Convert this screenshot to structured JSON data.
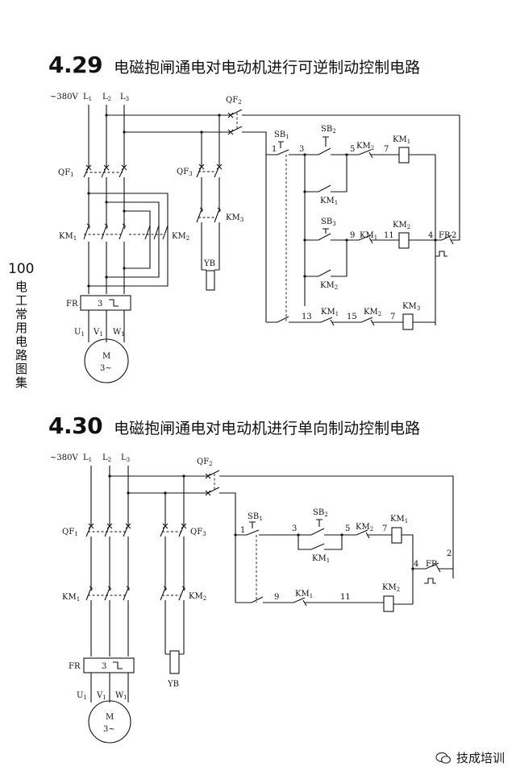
{
  "titles": [
    {
      "num": "4.29",
      "text": "电磁抱闸通电对电动机进行可逆制动控制电路"
    },
    {
      "num": "4.30",
      "text": "电磁抱闸通电对电动机进行单向制动控制电路"
    }
  ],
  "sidebar": {
    "page_number": "100",
    "section": "电工常用电路图集"
  },
  "watermark": {
    "text": "技成培训"
  },
  "d1": {
    "voltage": "~380V",
    "L1": "L",
    "L1s": "1",
    "L2": "L",
    "L2s": "2",
    "L3": "L",
    "L3s": "3",
    "QF1": "QF",
    "QF1s": "1",
    "QF2": "QF",
    "QF2s": "2",
    "QF3": "QF",
    "QF3s": "3",
    "KM1": "KM",
    "KM1s": "1",
    "KM2": "KM",
    "KM2s": "2",
    "KM3": "KM",
    "KM3s": "3",
    "FR": "FR",
    "FR3": "3",
    "U1": "U",
    "U1s": "1",
    "V1": "V",
    "V1s": "1",
    "W1": "W",
    "W1s": "1",
    "M": "M",
    "M3": "3~",
    "YB": "YB",
    "SB1": "SB",
    "SB1s": "1",
    "SB2": "SB",
    "SB2s": "2",
    "SB3": "SB",
    "SB3s": "3",
    "n1": "1",
    "n3": "3",
    "n5": "5",
    "n7": "7",
    "n9": "9",
    "n11": "11",
    "n4": "4",
    "n2": "2",
    "n13": "13",
    "n15": "15",
    "n7b": "7",
    "c_km2a": "KM",
    "c_km2as": "2",
    "c_km1coil": "KM",
    "c_km1coils": "1",
    "c_km1h": "KM",
    "c_km1hs": "1",
    "c_km1b": "KM",
    "c_km1bs": "1",
    "c_km2coil": "KM",
    "c_km2coils": "2",
    "c_km2h": "KM",
    "c_km2hs": "2",
    "c_km1c": "KM",
    "c_km1cs": "1",
    "c_km2c": "KM",
    "c_km2cs": "2",
    "c_km3coil": "KM",
    "c_km3coils": "3",
    "c_fr": "FR"
  },
  "d2": {
    "voltage": "~380V",
    "L1": "L",
    "L1s": "1",
    "L2": "L",
    "L2s": "2",
    "L3": "L",
    "L3s": "3",
    "QF1": "QF",
    "QF1s": "1",
    "QF2": "QF",
    "QF2s": "2",
    "QF3": "QF",
    "QF3s": "3",
    "KM1": "KM",
    "KM1s": "1",
    "KM2": "KM",
    "KM2s": "2",
    "FR": "FR",
    "FR3": "3",
    "U1": "U",
    "U1s": "1",
    "V1": "V",
    "V1s": "1",
    "W1": "W",
    "W1s": "1",
    "M": "M",
    "M3": "3~",
    "YB": "YB",
    "SB1": "SB",
    "SB1s": "1",
    "SB2": "SB",
    "SB2s": "2",
    "n1": "1",
    "n3": "3",
    "n5": "5",
    "n7": "7",
    "n9": "9",
    "n11": "11",
    "n4": "4",
    "n2": "2",
    "c_km2a": "KM",
    "c_km2as": "2",
    "c_km1coil": "KM",
    "c_km1coils": "1",
    "c_km1h": "KM",
    "c_km1hs": "1",
    "c_km1b": "KM",
    "c_km1bs": "1",
    "c_km2coil": "KM",
    "c_km2coils": "2",
    "c_fr": "FR"
  }
}
